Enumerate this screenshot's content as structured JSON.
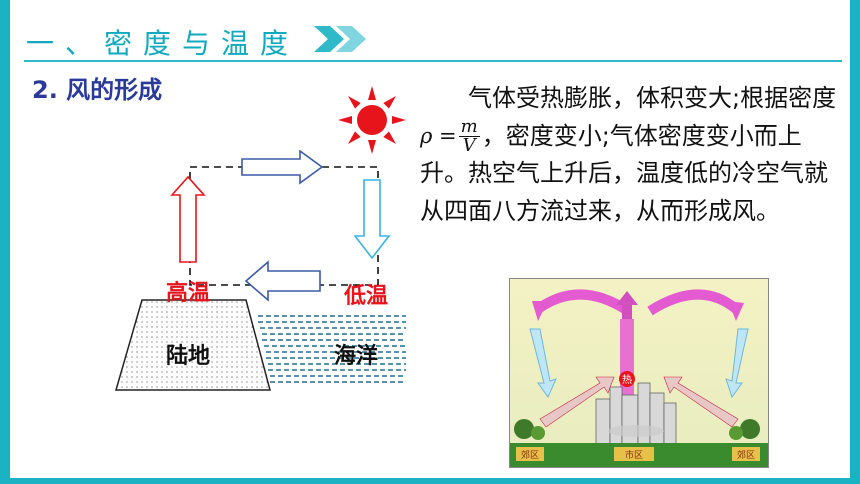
{
  "header": {
    "title": "一、密度与温度"
  },
  "section": {
    "subtitle": "2. 风的形成"
  },
  "diagram": {
    "high_temp": "高温",
    "low_temp": "低温",
    "land": "陆地",
    "sea": "海洋"
  },
  "text": {
    "part1": "气体受热膨胀，体积变大;根据密度",
    "formula_lhs": "ρ =",
    "formula_num": "m",
    "formula_den": "V",
    "part2": "，密度变小;气体密度变小而上升。热空气上升后，温度低的冷空气就从四面八方流过来，从而形成风。"
  },
  "photo": {
    "suburb_left": "郊区",
    "city": "市区",
    "suburb_right": "郊区",
    "heat": "热"
  },
  "colors": {
    "accent": "#19b3c4",
    "red": "#e8141c",
    "blue_text": "#2a3a9a"
  }
}
